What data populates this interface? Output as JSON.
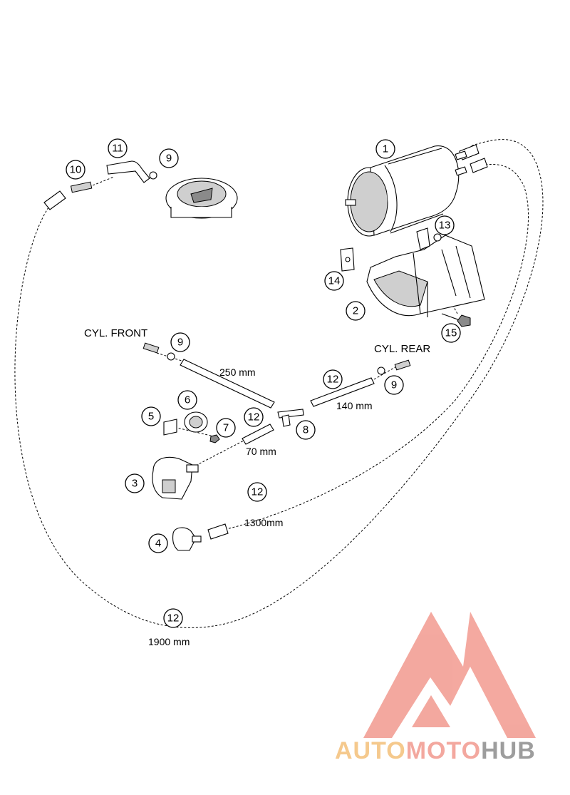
{
  "callouts": [
    {
      "label": "1"
    },
    {
      "label": "2"
    },
    {
      "label": "3"
    },
    {
      "label": "4"
    },
    {
      "label": "5"
    },
    {
      "label": "6"
    },
    {
      "label": "7"
    },
    {
      "label": "8"
    },
    {
      "label": "9"
    },
    {
      "label": "9"
    },
    {
      "label": "9"
    },
    {
      "label": "10"
    },
    {
      "label": "11"
    },
    {
      "label": "12"
    },
    {
      "label": "12"
    },
    {
      "label": "12"
    },
    {
      "label": "12"
    },
    {
      "label": "13"
    },
    {
      "label": "14"
    },
    {
      "label": "15"
    }
  ],
  "dimensions": {
    "hose_250": "250 mm",
    "hose_70": "70 mm",
    "hose_140": "140 mm",
    "hose_1300": "1300mm",
    "hose_1900": "1900 mm"
  },
  "labels": {
    "cyl_front": "CYL. FRONT",
    "cyl_rear": "CYL. REAR"
  },
  "watermark": {
    "part1": "AUTO",
    "part2": "MOTO",
    "part3": "HUB",
    "color_primary": "#f29a8f",
    "color_accent": "#f4c07a",
    "color_gray": "#8c8c8c"
  }
}
